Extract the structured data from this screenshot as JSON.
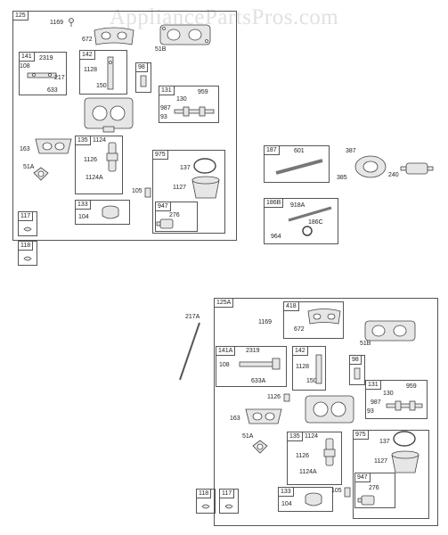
{
  "watermark": "AppliancePartsPros.com",
  "assembly_a": {
    "main_tag": "125",
    "boxes": [
      {
        "tag": "141",
        "parts": [
          "2319",
          "108",
          "217",
          "633"
        ]
      },
      {
        "tag": "142",
        "parts": [
          "1128",
          "150"
        ]
      },
      {
        "tag": "98",
        "parts": []
      },
      {
        "tag": "131",
        "parts": [
          "130",
          "959",
          "987",
          "93"
        ]
      },
      {
        "tag": "135",
        "parts": [
          "1124",
          "1126",
          "1124A"
        ]
      },
      {
        "tag": "975",
        "parts": [
          "137",
          "1127"
        ]
      },
      {
        "tag": "947",
        "parts": [
          "276"
        ]
      },
      {
        "tag": "133",
        "parts": [
          "104"
        ]
      },
      {
        "tag": "117",
        "parts": []
      }
    ],
    "loose_parts": [
      "1169",
      "672",
      "51B",
      "163",
      "51A",
      "105"
    ],
    "outside_tag": "118"
  },
  "right_group": {
    "boxes": [
      {
        "tag": "187",
        "parts": [
          "601"
        ]
      },
      {
        "tag": "186B",
        "parts": [
          "918A",
          "186C",
          "964"
        ]
      }
    ],
    "loose_parts": [
      "387",
      "385",
      "240"
    ]
  },
  "assembly_b": {
    "main_tag": "125A",
    "boxes": [
      {
        "tag": "418",
        "parts": [
          "1169",
          "672"
        ]
      },
      {
        "tag": "141A",
        "parts": [
          "2319",
          "108",
          "633A"
        ]
      },
      {
        "tag": "142",
        "parts": [
          "1128",
          "150"
        ]
      },
      {
        "tag": "98",
        "parts": []
      },
      {
        "tag": "131",
        "parts": [
          "130",
          "959",
          "987",
          "93"
        ]
      },
      {
        "tag": "135",
        "parts": [
          "1124",
          "1126",
          "1124A"
        ]
      },
      {
        "tag": "975",
        "parts": [
          "137",
          "1127"
        ]
      },
      {
        "tag": "947",
        "parts": [
          "276"
        ]
      },
      {
        "tag": "133",
        "parts": [
          "104"
        ]
      },
      {
        "tag": "117",
        "parts": []
      }
    ],
    "loose_parts": [
      "51B",
      "1126",
      "163",
      "51A",
      "105"
    ],
    "outside_tags": [
      "118"
    ],
    "outside_part": "217A"
  }
}
